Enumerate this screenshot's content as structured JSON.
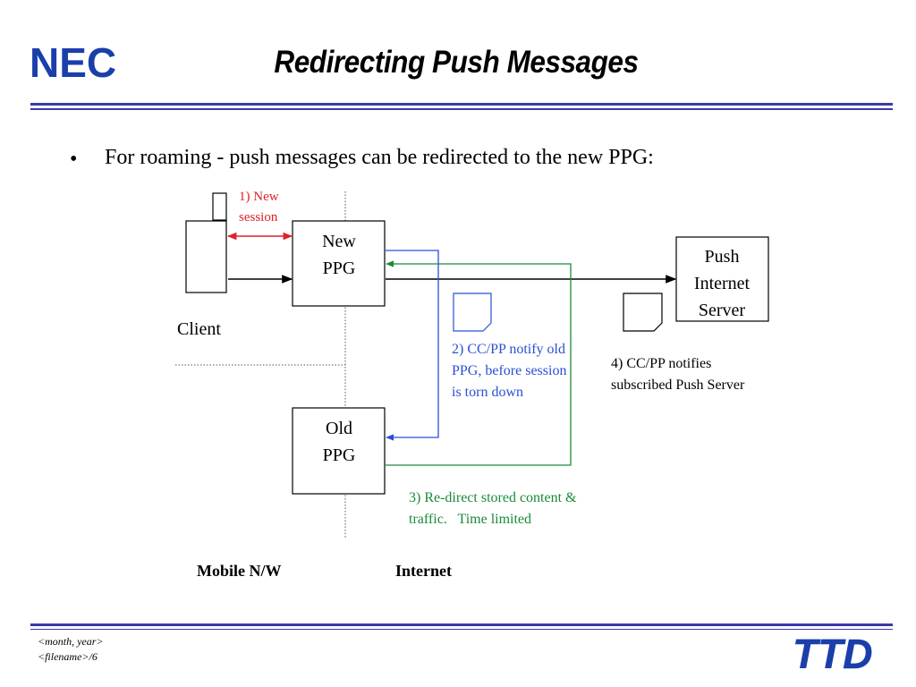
{
  "header": {
    "logo_text": "NEC",
    "title": "Redirecting Push Messages"
  },
  "bullet": {
    "marker": "•",
    "text": "For roaming - push messages can be redirected to the new PPG:"
  },
  "diagram": {
    "new_ppg": [
      "New",
      "PPG"
    ],
    "old_ppg": [
      "Old",
      "PPG"
    ],
    "push_server": [
      "Push",
      "Internet",
      "Server"
    ],
    "client_label": "Client",
    "step1": [
      "1) New",
      "session"
    ],
    "step2": [
      "2) CC/PP notify old",
      "PPG, before session",
      "is torn down"
    ],
    "step3": [
      "3) Re-direct stored content &",
      "traffic.   Time limited"
    ],
    "step4": [
      "4) CC/PP notifies",
      "subscribed Push Server"
    ],
    "mobile_nw": "Mobile N/W",
    "internet": "Internet",
    "colors": {
      "step1": "#e0202a",
      "step2": "#2a4fd6",
      "step3": "#1a8a3a",
      "rule": "#3a3aa8"
    }
  },
  "footer": {
    "line1": "<month, year>",
    "line2": "<filename>/6",
    "logo_text": "TTD"
  }
}
